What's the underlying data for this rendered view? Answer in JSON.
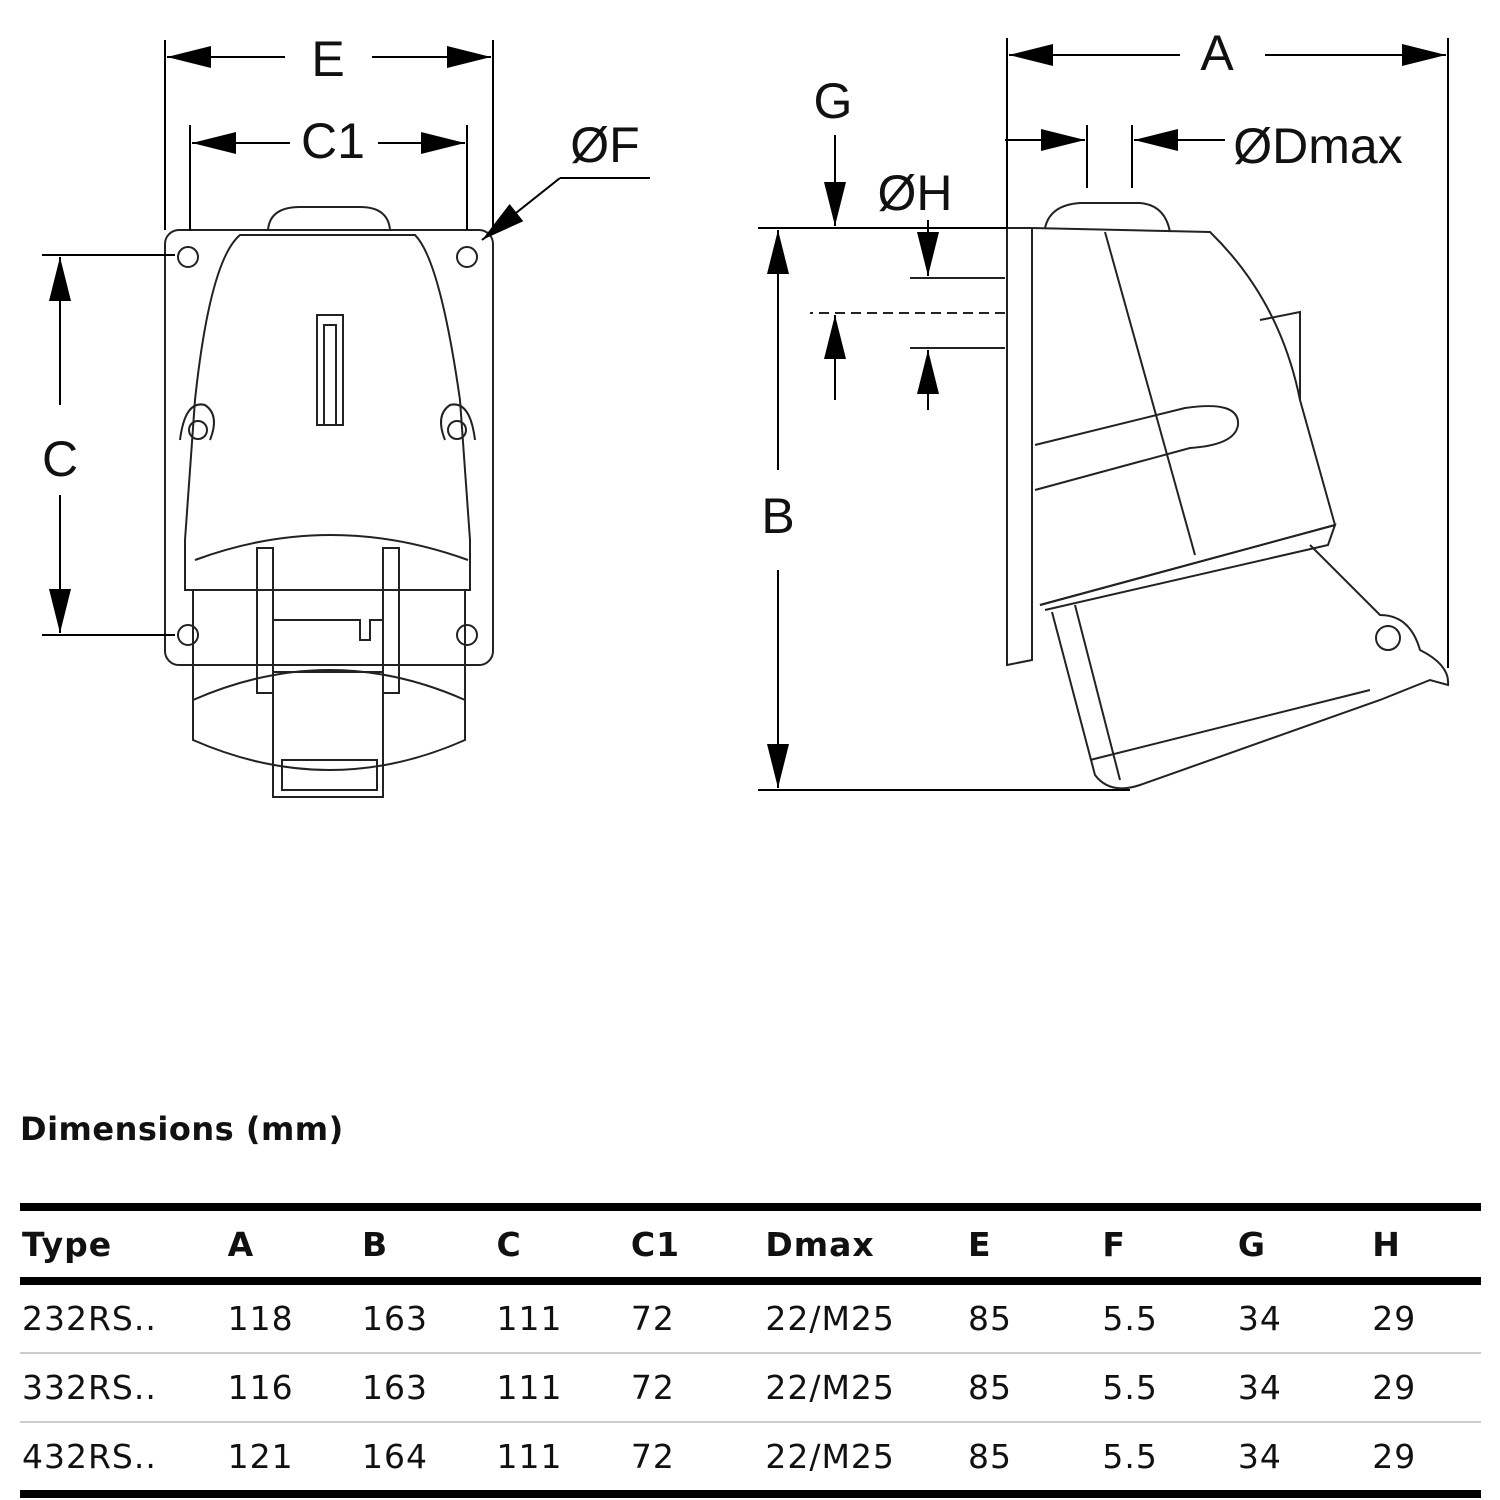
{
  "drawing": {
    "front_view_labels": {
      "E": "E",
      "C1": "C1",
      "F": "ØF",
      "C": "C"
    },
    "side_view_labels": {
      "A": "A",
      "G": "G",
      "Dmax": "ØDmax",
      "H": "ØH",
      "B": "B"
    }
  },
  "table": {
    "title": "Dimensions (mm)",
    "headers": [
      "Type",
      "A",
      "B",
      "C",
      "C1",
      "Dmax",
      "E",
      "F",
      "G",
      "H"
    ],
    "rows": [
      [
        "232RS..",
        "118",
        "163",
        "111",
        "72",
        "22/M25",
        "85",
        "5.5",
        "34",
        "29"
      ],
      [
        "332RS..",
        "116",
        "163",
        "111",
        "72",
        "22/M25",
        "85",
        "5.5",
        "34",
        "29"
      ],
      [
        "432RS..",
        "121",
        "164",
        "111",
        "72",
        "22/M25",
        "85",
        "5.5",
        "34",
        "29"
      ]
    ]
  }
}
